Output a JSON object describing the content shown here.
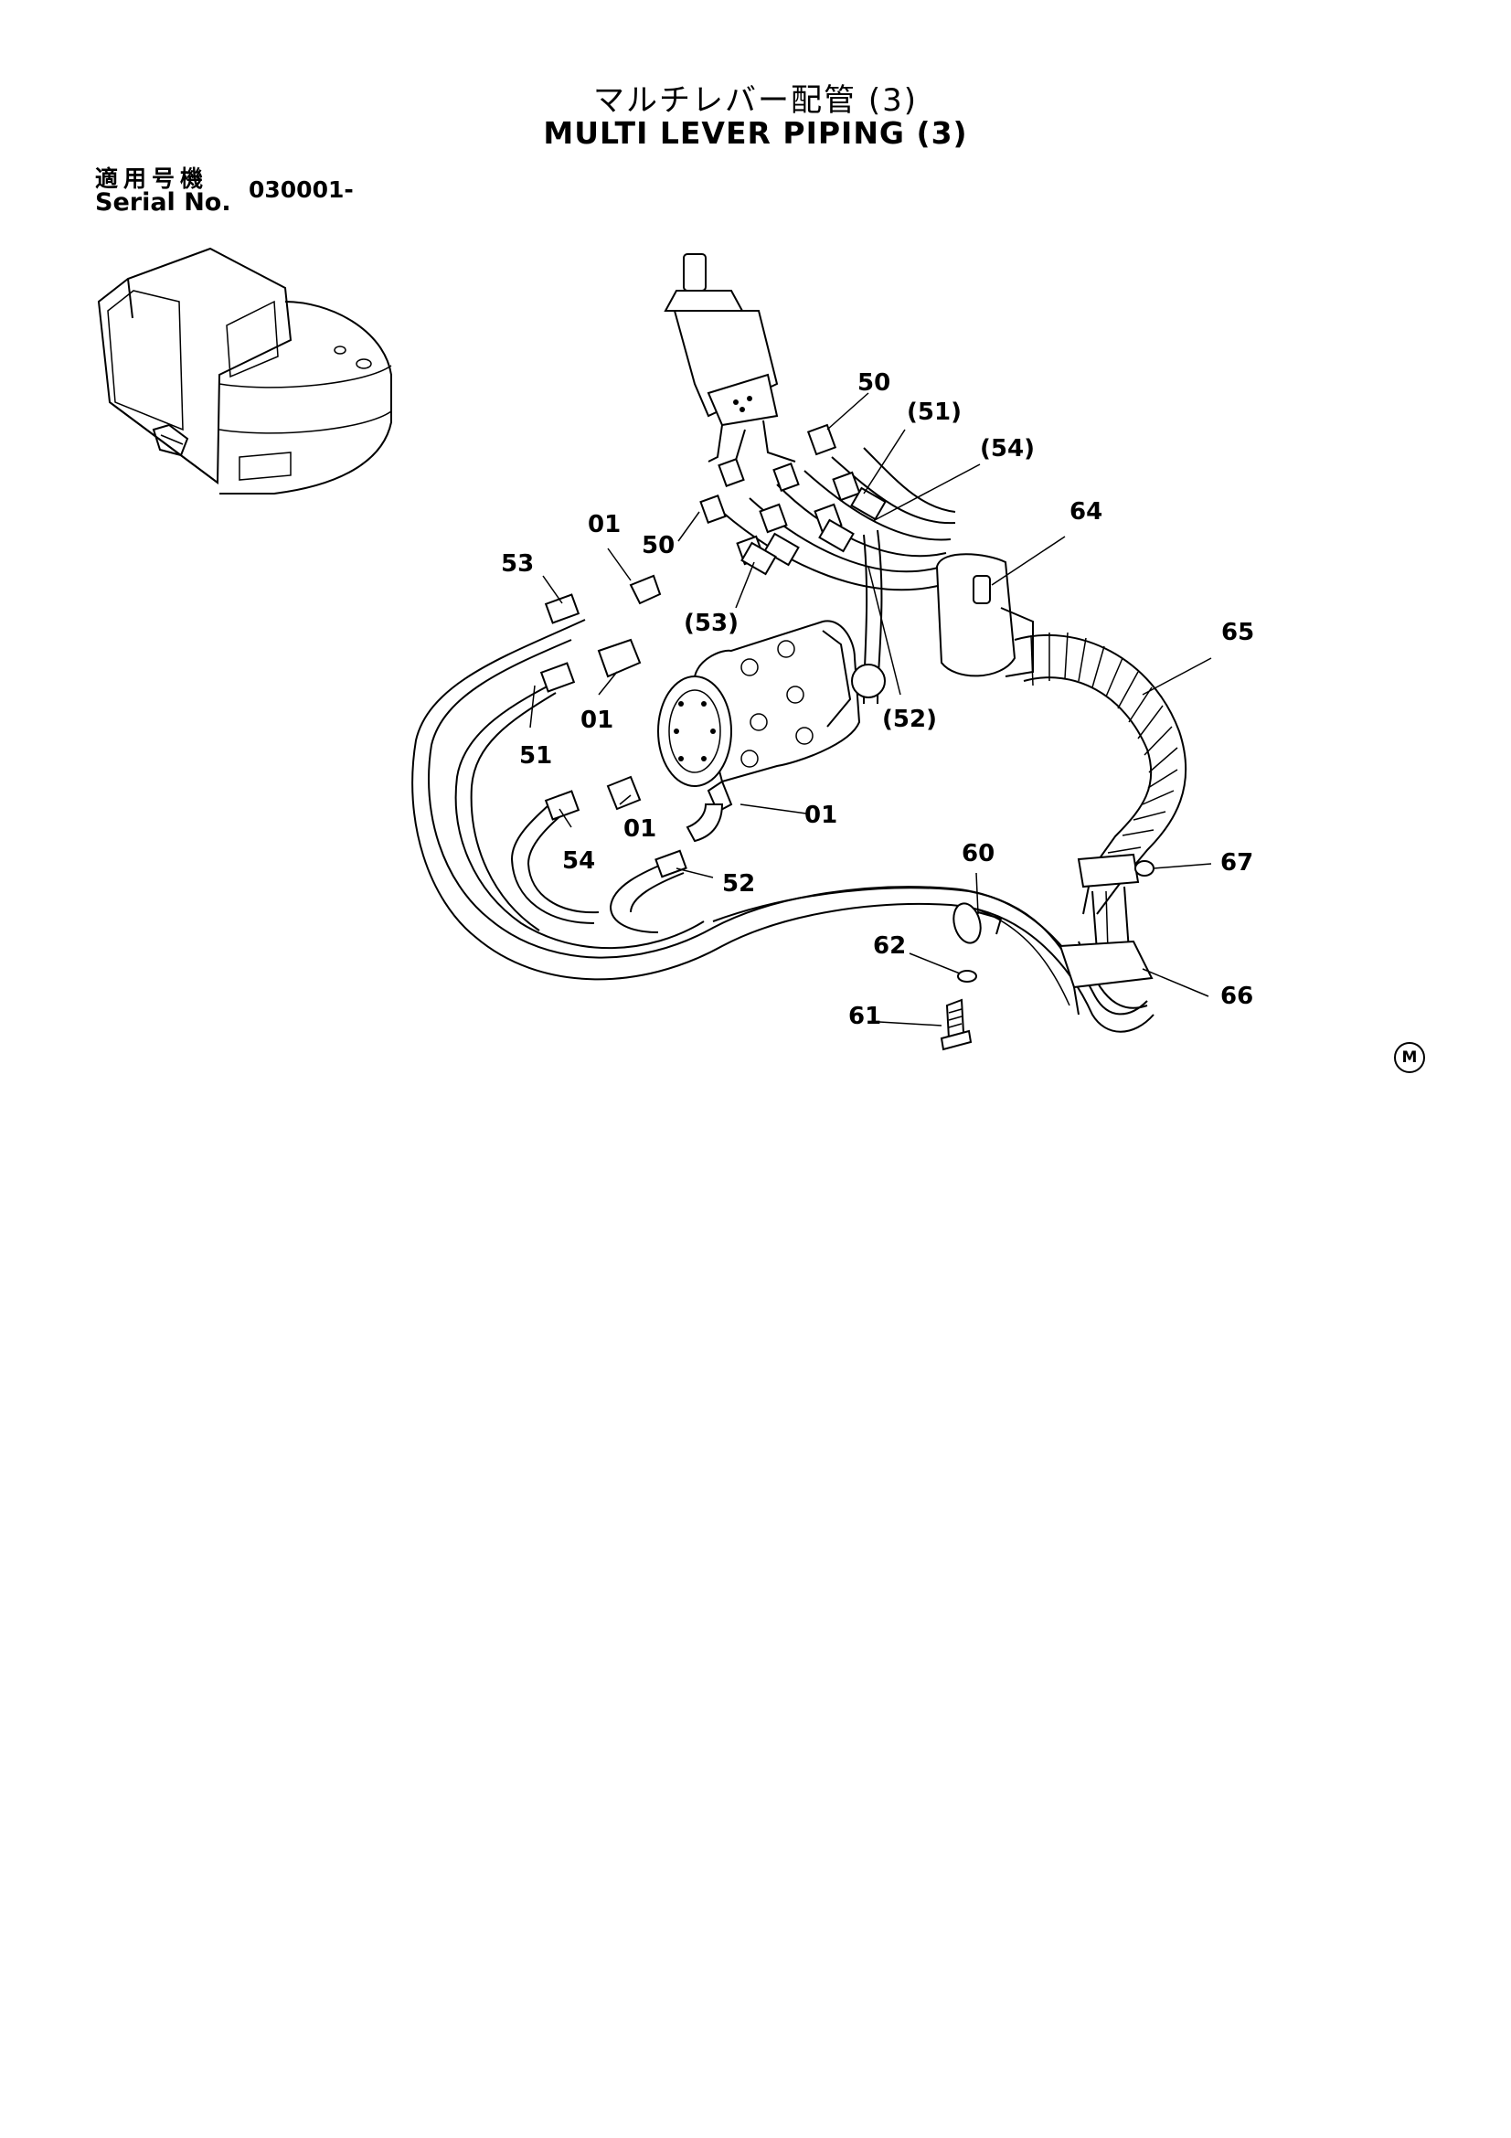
{
  "header": {
    "title_ja": "マルチレバー配管 (3)",
    "title_en": "MULTI LEVER  PIPING (3)",
    "serial_label_ja": "適用号機",
    "serial_label_en": "Serial No.",
    "serial_value": "030001-"
  },
  "diagram": {
    "part_labels": {
      "l50a": "50",
      "l51a": "(51)",
      "l54a": "(54)",
      "l64": "64",
      "l01a": "01",
      "l50b": "50",
      "l53a": "53",
      "l53b": "(53)",
      "l65": "65",
      "l01b": "01",
      "l52a": "(52)",
      "l51b": "51",
      "l01c": "01",
      "l01d": "01",
      "l54b": "54",
      "l52b": "52",
      "l60": "60",
      "l67": "67",
      "l62": "62",
      "l66": "66",
      "l61": "61"
    },
    "corner_mark": "M"
  }
}
